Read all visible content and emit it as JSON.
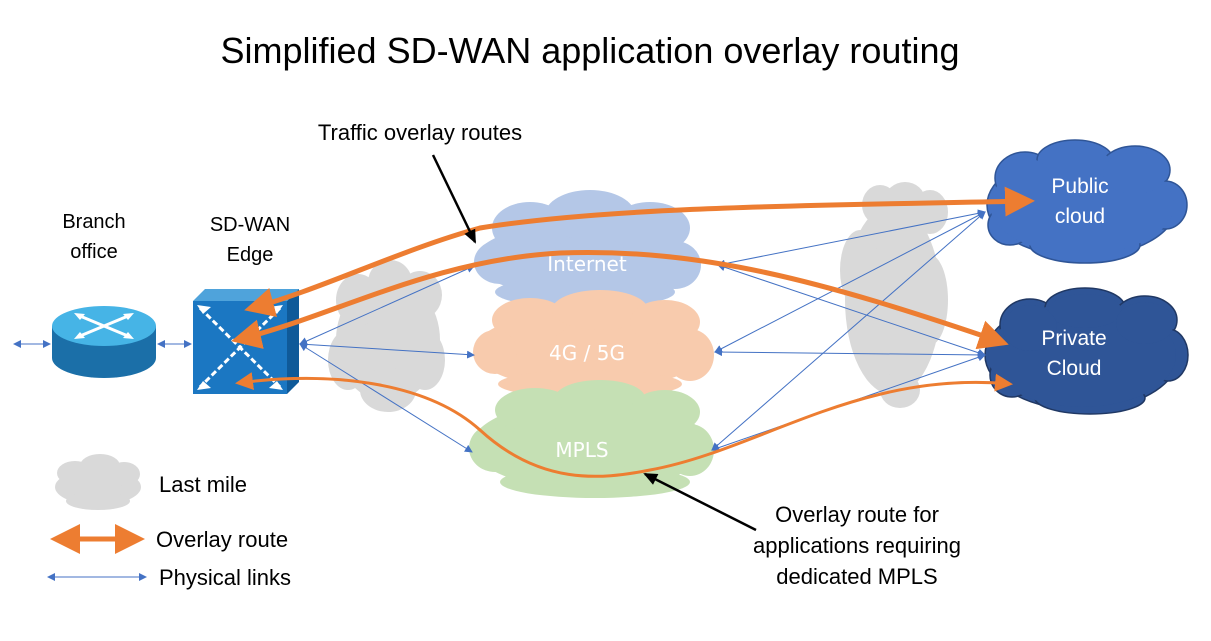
{
  "title": "Simplified SD-WAN application overlay routing",
  "labels": {
    "traffic_overlay_routes": "Traffic overlay routes",
    "branch_office_line1": "Branch",
    "branch_office_line2": "office",
    "sdwan_edge_line1": "SD-WAN",
    "sdwan_edge_line2": "Edge",
    "mpls_note_line1": "Overlay route for",
    "mpls_note_line2": "applications requiring",
    "mpls_note_line3": "dedicated MPLS"
  },
  "clouds": {
    "internet": "Internet",
    "cellular": "4G / 5G",
    "mpls": "MPLS",
    "public_line1": "Public",
    "public_line2": "cloud",
    "private_line1": "Private",
    "private_line2": "Cloud"
  },
  "legend": {
    "last_mile": "Last mile",
    "overlay_route": "Overlay route",
    "physical_links": "Physical links"
  },
  "colors": {
    "overlay": "#ED7D31",
    "physical": "#4472C4",
    "last_mile": "#D9D9D9",
    "internet_cloud": "#B4C7E7",
    "cellular_cloud": "#F8CBAD",
    "mpls_cloud": "#C5E0B4",
    "public_cloud": "#4472C4",
    "private_cloud": "#2F5597",
    "router": "#3AA7D8",
    "switch": "#1B6FB5"
  },
  "icons": {
    "router": "router-icon",
    "switch": "sdwan-switch-icon"
  }
}
